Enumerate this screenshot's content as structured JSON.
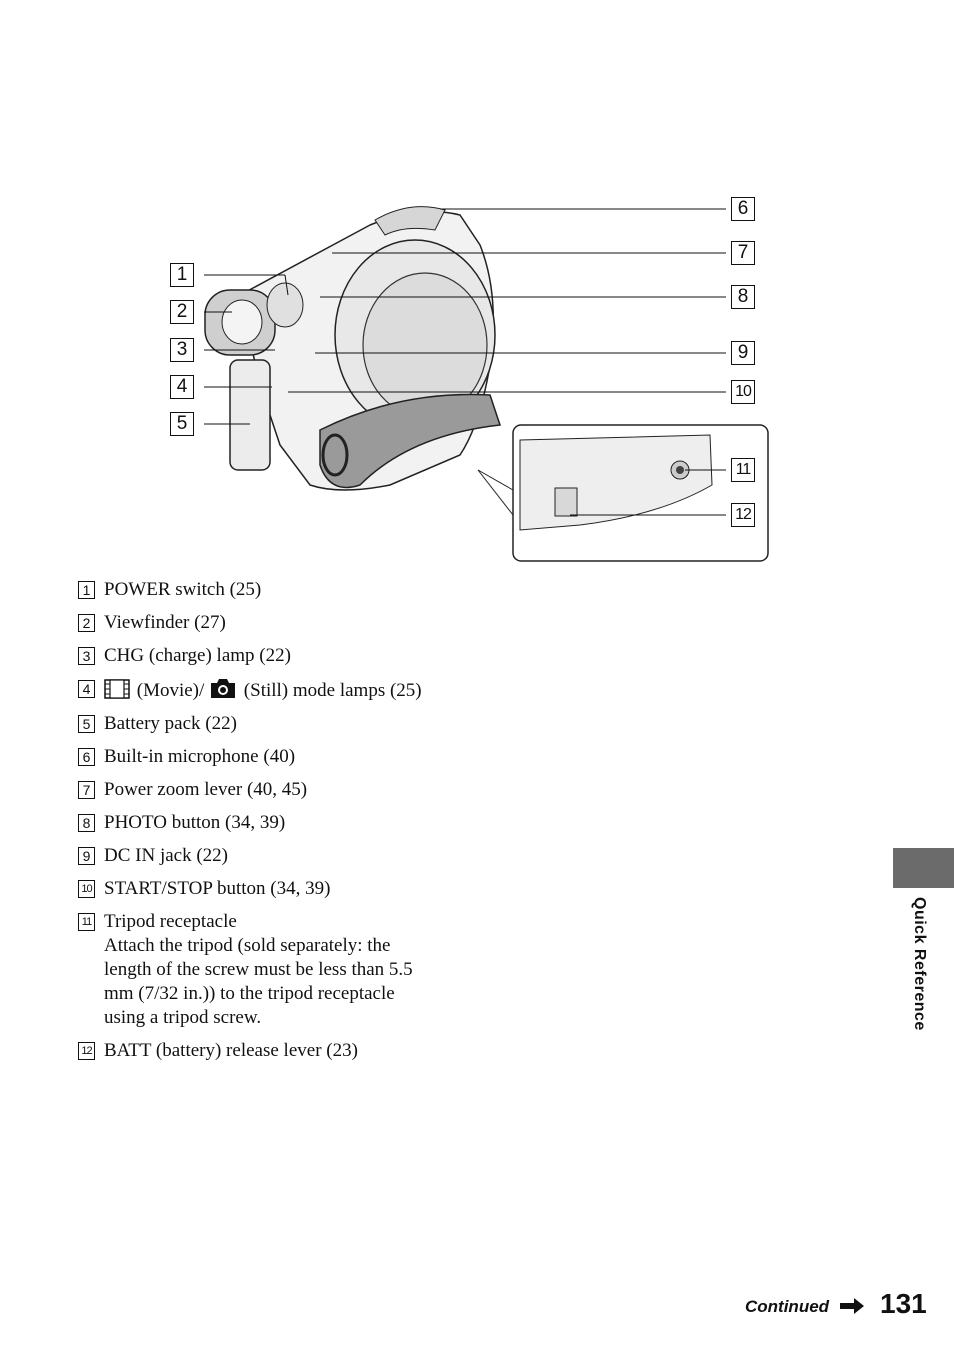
{
  "figure": {
    "callouts": [
      "1",
      "2",
      "3",
      "4",
      "5",
      "6",
      "7",
      "8",
      "9",
      "10",
      "11",
      "12"
    ]
  },
  "legend": [
    {
      "num": "1",
      "text": "POWER switch (25)"
    },
    {
      "num": "2",
      "text": "Viewfinder (27)"
    },
    {
      "num": "3",
      "text": "CHG (charge) lamp (22)"
    },
    {
      "num": "4",
      "text_movie": "(Movie)/",
      "text_still": "(Still) mode lamps (25)"
    },
    {
      "num": "5",
      "text": "Battery pack (22)"
    },
    {
      "num": "6",
      "text": "Built-in microphone (40)"
    },
    {
      "num": "7",
      "text": "Power zoom lever (40, 45)"
    },
    {
      "num": "8",
      "text": "PHOTO button (34, 39)"
    },
    {
      "num": "9",
      "text": "DC IN jack (22)"
    },
    {
      "num": "10",
      "text": "START/STOP button (34, 39)"
    },
    {
      "num": "11",
      "text": "Tripod receptacle",
      "lines": [
        "Attach the tripod (sold separately: the",
        "length of the screw must be less than 5.5",
        "mm (7/32 in.)) to the tripod receptacle",
        "using a tripod screw."
      ]
    },
    {
      "num": "12",
      "text": "BATT (battery) release lever (23)"
    }
  ],
  "side_tab": {
    "label": "Quick Reference"
  },
  "footer": {
    "continued": "Continued",
    "page_number": "131"
  }
}
